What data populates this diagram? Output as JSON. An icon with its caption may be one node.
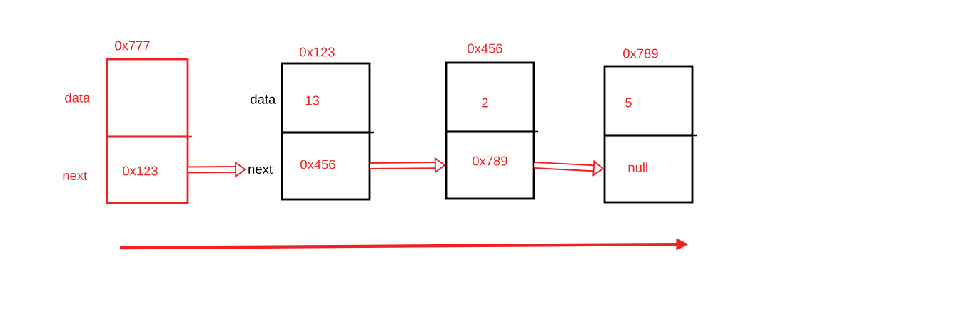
{
  "diagram": {
    "nodes": [
      {
        "text": [
          "0x777"
        ]
      },
      {
        "text": [],
        "shape": "box",
        "in": 0
      },
      {
        "text": [
          "0x123"
        ],
        "in": 0
      },
      {
        "text": [
          "0x123"
        ]
      },
      {
        "text": [
          "13"
        ],
        "in": 3
      },
      {
        "text": [
          "0x456"
        ],
        "in": 3
      },
      {
        "text": [
          "0x456"
        ]
      },
      {
        "text": [
          "2"
        ],
        "in": 6
      },
      {
        "text": [
          "0x789"
        ],
        "in": 6
      },
      {
        "text": [
          "0x789"
        ]
      },
      {
        "text": [
          "5"
        ],
        "in": 9
      },
      {
        "text": [
          "null"
        ],
        "in": 9
      },
      {
        "text": [
          "next"
        ]
      }
    ],
    "edges": [
      {
        "from": 2,
        "to": 12,
        "arrow": "to"
      },
      {
        "from": 5,
        "to": 8,
        "arrow": "to"
      },
      {
        "from": 8,
        "to": 11,
        "arrow": "to"
      }
    ],
    "labels": [
      "data",
      "next",
      "data"
    ]
  }
}
